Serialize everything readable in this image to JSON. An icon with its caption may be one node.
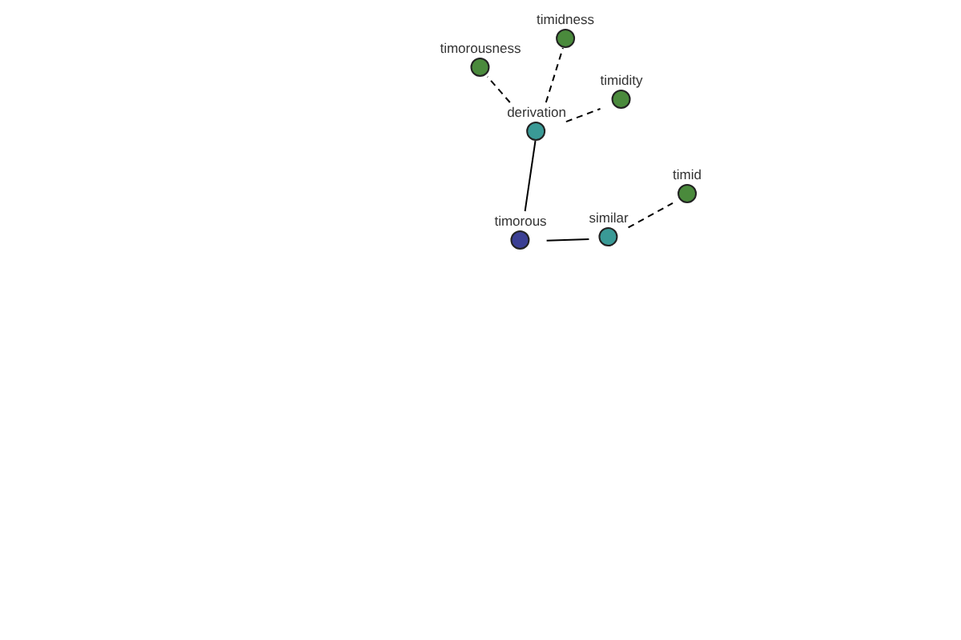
{
  "diagram": {
    "nodes": [
      {
        "text": [
          "timorous"
        ]
      },
      {
        "text": [
          "derivation"
        ]
      },
      {
        "text": [
          "similar"
        ]
      },
      {
        "text": [
          "timorousness"
        ]
      },
      {
        "text": [
          "timidness"
        ]
      },
      {
        "text": [
          "timidity"
        ]
      },
      {
        "text": [
          "timid"
        ]
      }
    ],
    "edges": [
      {
        "from": 0,
        "to": 1,
        "arrow": "none"
      },
      {
        "from": 0,
        "to": 2,
        "arrow": "none"
      },
      {
        "from": 1,
        "to": 3,
        "arrow": "none",
        "style": "dashed"
      },
      {
        "from": 1,
        "to": 4,
        "arrow": "none",
        "style": "dashed"
      },
      {
        "from": 1,
        "to": 5,
        "arrow": "none",
        "style": "dashed"
      },
      {
        "from": 2,
        "to": 6,
        "arrow": "none",
        "style": "dashed"
      }
    ]
  }
}
